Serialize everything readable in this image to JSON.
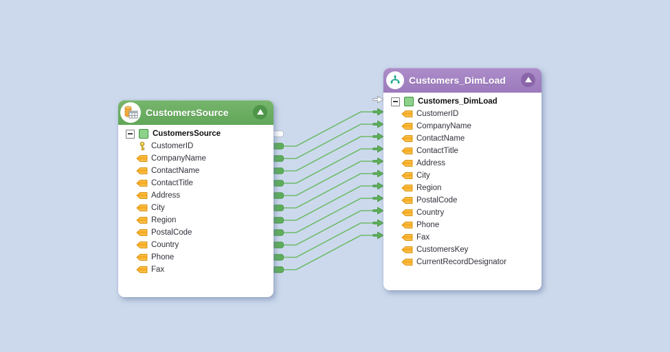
{
  "canvas": {
    "description": "data mapping diagram"
  },
  "colors": {
    "background": "#ccd9ec",
    "source_header_green": "#69ad60",
    "source_button_green": "#4e9549",
    "target_header_purple": "#a585c4",
    "target_button_purple": "#8a65a9",
    "wire_green": "#6cba68",
    "port_green": "#5fae5b",
    "field_icon_orange": "#f7a81b",
    "key_icon_gold": "#e8c23a",
    "branch_icon_teal": "#1fa98d",
    "tree_square_green": "#8dd18b"
  },
  "panels": [
    {
      "title": "CustomersSource",
      "header_icon": "database-table-icon",
      "root_label": "CustomersSource",
      "fields": [
        {
          "name": "CustomerID",
          "icon": "key-icon"
        },
        {
          "name": "CompanyName",
          "icon": "field-arrow-icon"
        },
        {
          "name": "ContactName",
          "icon": "field-arrow-icon"
        },
        {
          "name": "ContactTitle",
          "icon": "field-arrow-icon"
        },
        {
          "name": "Address",
          "icon": "field-arrow-icon"
        },
        {
          "name": "City",
          "icon": "field-arrow-icon"
        },
        {
          "name": "Region",
          "icon": "field-arrow-icon"
        },
        {
          "name": "PostalCode",
          "icon": "field-arrow-icon"
        },
        {
          "name": "Country",
          "icon": "field-arrow-icon"
        },
        {
          "name": "Phone",
          "icon": "field-arrow-icon"
        },
        {
          "name": "Fax",
          "icon": "field-arrow-icon"
        }
      ]
    },
    {
      "title": "Customers_DimLoad",
      "header_icon": "split-branch-icon",
      "root_label": "Customers_DimLoad",
      "fields": [
        {
          "name": "CustomerID",
          "icon": "field-arrow-icon"
        },
        {
          "name": "CompanyName",
          "icon": "field-arrow-icon"
        },
        {
          "name": "ContactName",
          "icon": "field-arrow-icon"
        },
        {
          "name": "ContactTitle",
          "icon": "field-arrow-icon"
        },
        {
          "name": "Address",
          "icon": "field-arrow-icon"
        },
        {
          "name": "City",
          "icon": "field-arrow-icon"
        },
        {
          "name": "Region",
          "icon": "field-arrow-icon"
        },
        {
          "name": "PostalCode",
          "icon": "field-arrow-icon"
        },
        {
          "name": "Country",
          "icon": "field-arrow-icon"
        },
        {
          "name": "Phone",
          "icon": "field-arrow-icon"
        },
        {
          "name": "Fax",
          "icon": "field-arrow-icon"
        },
        {
          "name": "CustomersKey",
          "icon": "field-arrow-icon"
        },
        {
          "name": "CurrentRecordDesignator",
          "icon": "field-arrow-icon"
        }
      ]
    }
  ],
  "connections": [
    {
      "from": "CustomerID",
      "to": "CustomerID"
    },
    {
      "from": "CompanyName",
      "to": "CompanyName"
    },
    {
      "from": "ContactName",
      "to": "ContactName"
    },
    {
      "from": "ContactTitle",
      "to": "ContactTitle"
    },
    {
      "from": "Address",
      "to": "Address"
    },
    {
      "from": "City",
      "to": "City"
    },
    {
      "from": "Region",
      "to": "Region"
    },
    {
      "from": "PostalCode",
      "to": "PostalCode"
    },
    {
      "from": "Country",
      "to": "Country"
    },
    {
      "from": "Phone",
      "to": "Phone"
    },
    {
      "from": "Fax",
      "to": "Fax"
    }
  ]
}
